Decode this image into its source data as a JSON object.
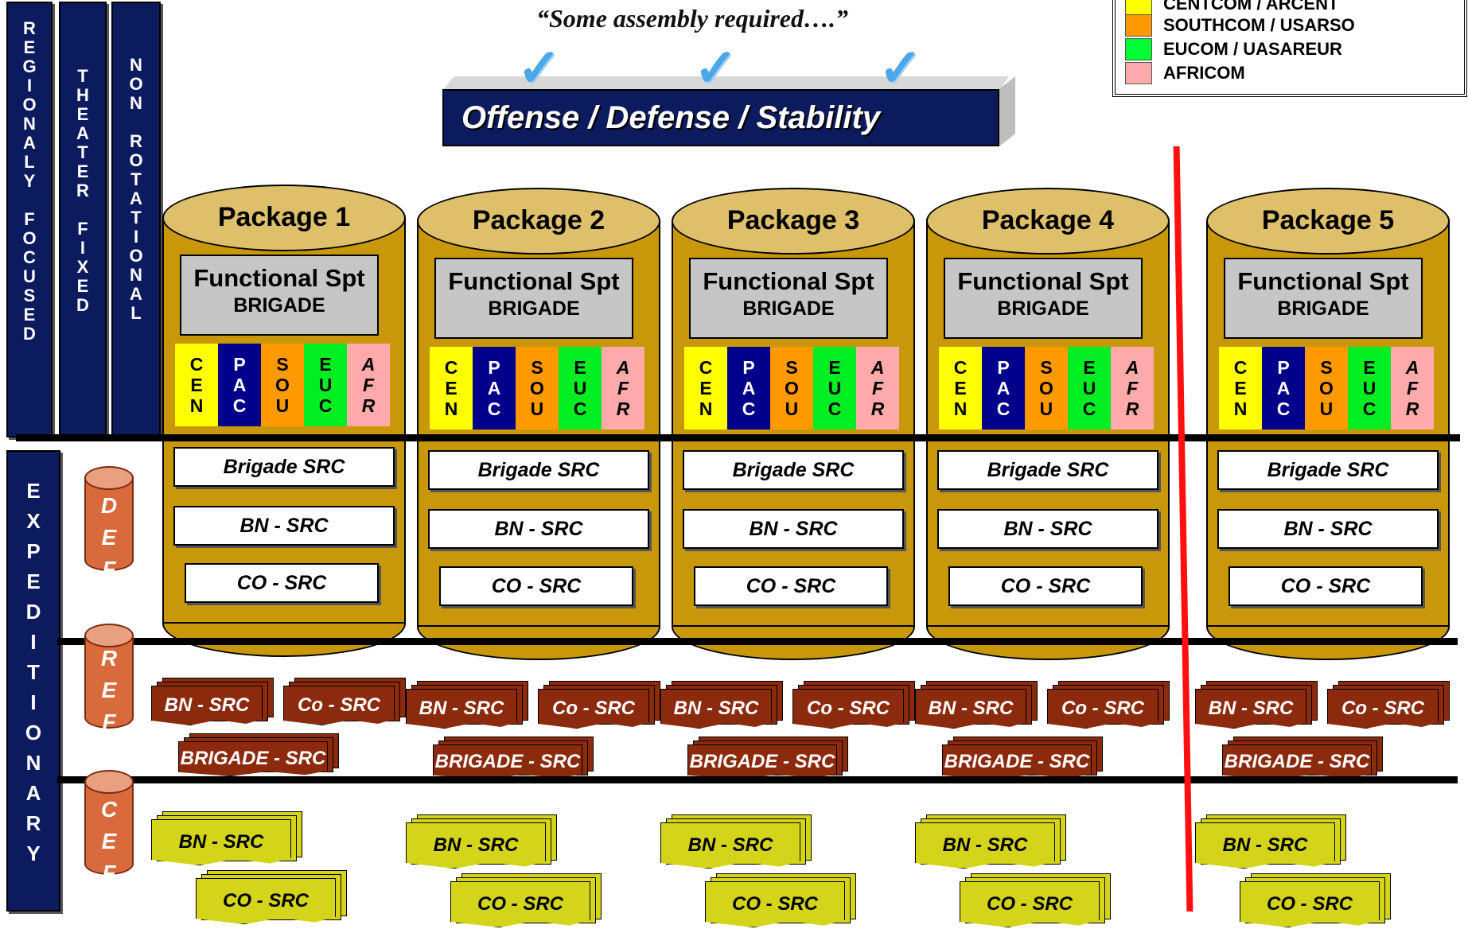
{
  "tagline": "“Some assembly required….”",
  "banner": "Offense / Defense / Stability",
  "columns": [
    {
      "text": "R\nE\nG\nI\nO\nN\nA\nL\nY\n\nF\nO\nC\nU\nS\nE\nD"
    },
    {
      "text": "T\nH\nE\nA\nT\nE\nR\n\nF\nI\nX\nE\nD"
    },
    {
      "text": "N\nO\nN\n\nR\nO\nT\nA\nT\nI\nO\nN\nA\nL"
    }
  ],
  "expeditionary": "E\nX\nP\nE\nD\nI\nT\nI\nO\nN\nA\nR\nY",
  "legend": [
    {
      "label": "CENTCOM / ARCENT",
      "color": "#ffff00"
    },
    {
      "label": "SOUTHCOM / USARSO",
      "color": "#ff9900"
    },
    {
      "label": "EUCOM / UASAREUR",
      "color": "#00ff33"
    },
    {
      "label": "AFRICOM",
      "color": "#ffaaaa"
    }
  ],
  "forces": [
    {
      "text": "D\nE\nF"
    },
    {
      "text": "R\nE\nF"
    },
    {
      "text": "C\nE\nF"
    }
  ],
  "packages": [
    {
      "title": "Package 1"
    },
    {
      "title": "Package 2"
    },
    {
      "title": "Package 3"
    },
    {
      "title": "Package 4"
    },
    {
      "title": "Package 5"
    }
  ],
  "functional": {
    "line1": "Functional Spt",
    "line2": "BRIGADE"
  },
  "commands": [
    {
      "text": "C\nE\nN",
      "bg": "#ffff00",
      "fg": "#000000"
    },
    {
      "text": "P\nA\nC",
      "bg": "#00008b",
      "fg": "#ffffff"
    },
    {
      "text": "S\nO\nU",
      "bg": "#ff9900",
      "fg": "#000000"
    },
    {
      "text": "E\nU\nC",
      "bg": "#00ee22",
      "fg": "#000000"
    },
    {
      "text": "A\nF\nR",
      "bg": "#ffaaaa",
      "fg": "#000000",
      "italic": true
    }
  ],
  "src": {
    "brigade": "Brigade SRC",
    "bn": "BN - SRC",
    "co": "CO -  SRC"
  },
  "ref": {
    "bn": "BN - SRC",
    "co": "Co - SRC",
    "brigade": "BRIGADE - SRC"
  },
  "cef": {
    "bn": "BN - SRC",
    "co": "CO - SRC"
  }
}
